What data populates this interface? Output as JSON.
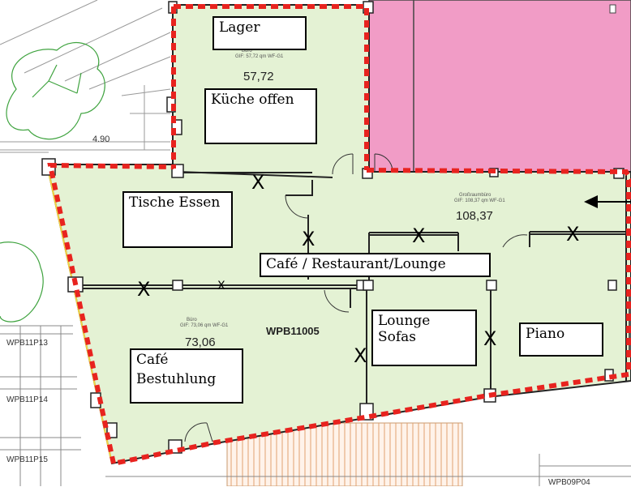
{
  "colors": {
    "floor_fill": "#e4f2d4",
    "neighbor_fill": "#f19cc6",
    "highlight_dash": "#e8231f",
    "wall": "#222222",
    "tree_outline": "#3fa33f"
  },
  "labels": {
    "lager": "Lager",
    "kueche": "Küche offen",
    "tische": "Tische Essen",
    "cafe_lounge": "Café / Restaurant/Lounge",
    "lounge_sofas": "Lounge  Sofas",
    "piano": "Piano",
    "cafe_bestuhlung_1": "Café",
    "cafe_bestuhlung_2": "Bestuhlung"
  },
  "rooms": {
    "kueche": {
      "name": "Büro",
      "gif": "GIF: 57,72 qm  WF-G1",
      "area": "57,72"
    },
    "gross": {
      "name": "Großraumbüro",
      "gif": "GIF: 108,37 qm  WF-G1",
      "area": "108,37"
    },
    "buero": {
      "name": "Büro",
      "gif": "GIF: 73,06 qm  WF-G1",
      "area": "73,06"
    }
  },
  "unit_code": "WPB11005",
  "side_units": [
    "WPB11P13",
    "WPB11P14",
    "WPB11P15"
  ],
  "bottom_unit": "WPB09P04",
  "dimension": "4.90",
  "marks": {
    "x": "X"
  },
  "icons": [
    "entrance-arrow-icon",
    "tree-icon",
    "door-swing-icon"
  ]
}
